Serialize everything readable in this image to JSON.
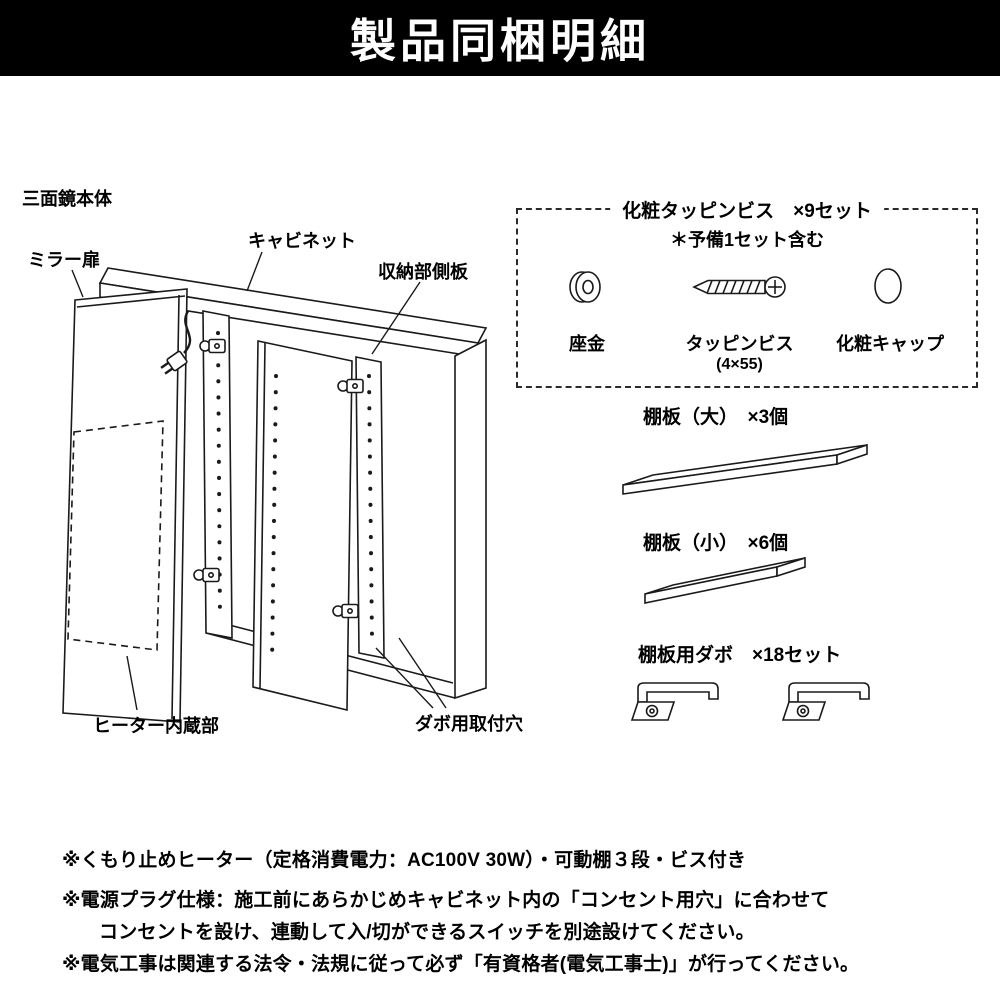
{
  "header": {
    "title": "製品同梱明細",
    "bg": "#000000",
    "fg": "#ffffff"
  },
  "diagram": {
    "labels": {
      "body": "三面鏡本体",
      "mirror_door": "ミラー扉",
      "cabinet": "キャビネット",
      "side_panel": "収納部側板",
      "heater": "ヒーター内蔵部",
      "dowel_holes": "ダボ用取付穴"
    }
  },
  "parts": {
    "screw_set": {
      "title": "化粧タッピンビス　×9セット",
      "subtitle": "＊予備1セット含む",
      "items": [
        {
          "name": "座金"
        },
        {
          "name": "タッピンビス",
          "size": "(4×55)"
        },
        {
          "name": "化粧キャップ"
        }
      ]
    },
    "shelf_large": {
      "label": "棚板（大）　×3個"
    },
    "shelf_small": {
      "label": "棚板（小）　×6個"
    },
    "dowel": {
      "label": "棚板用ダボ　×18セット"
    }
  },
  "icons": {
    "washer": "washer-icon",
    "tapping_screw": "tapping-screw-icon",
    "cap": "cap-icon",
    "shelf_board": "shelf-board-drawing",
    "dowel_bracket": "dowel-bracket-icon",
    "power_plug": "power-plug-icon"
  },
  "notes": [
    "※くもり止めヒーター（定格消費電力：AC100V 30W）・可動棚３段・ビス付き",
    "※電源プラグ仕様：施工前にあらかじめキャビネット内の「コンセント用穴」に合わせて",
    "コンセントを設け、連動して入/切ができるスイッチを別途設けてください。",
    "※電気工事は関連する法令・法規に従って必ず「有資格者(電気工事士)」が行ってください。"
  ]
}
